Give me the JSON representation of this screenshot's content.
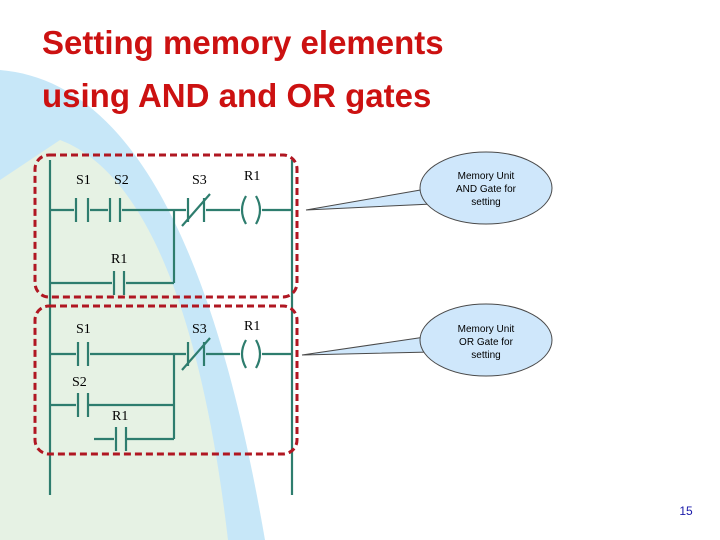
{
  "slide": {
    "title_line1": "Setting memory elements",
    "title_line2": "using AND and OR gates",
    "page_number": "15"
  },
  "diagram": {
    "top_rung": {
      "contact_s1": "S1",
      "contact_s2": "S2",
      "contact_s3": "S3",
      "coil_r1": "R1",
      "branch_r1": "R1"
    },
    "bottom_rung": {
      "contact_s1": "S1",
      "contact_s3": "S3",
      "coil_r1": "R1",
      "branch_s2": "S2",
      "branch_r1": "R1"
    },
    "callout_top": [
      "Memory Unit",
      "AND Gate for",
      "setting"
    ],
    "callout_bottom": [
      "Memory Unit",
      "OR Gate for",
      "setting"
    ]
  },
  "colors": {
    "title": "#cc1111",
    "wire": "#2e7d6e",
    "dash": "#b01722",
    "callout_fill": "#cfe7fb",
    "page_number": "#1a1aaa",
    "arc": "#c7e7f8",
    "arc_yellow": "#fffbd4"
  }
}
